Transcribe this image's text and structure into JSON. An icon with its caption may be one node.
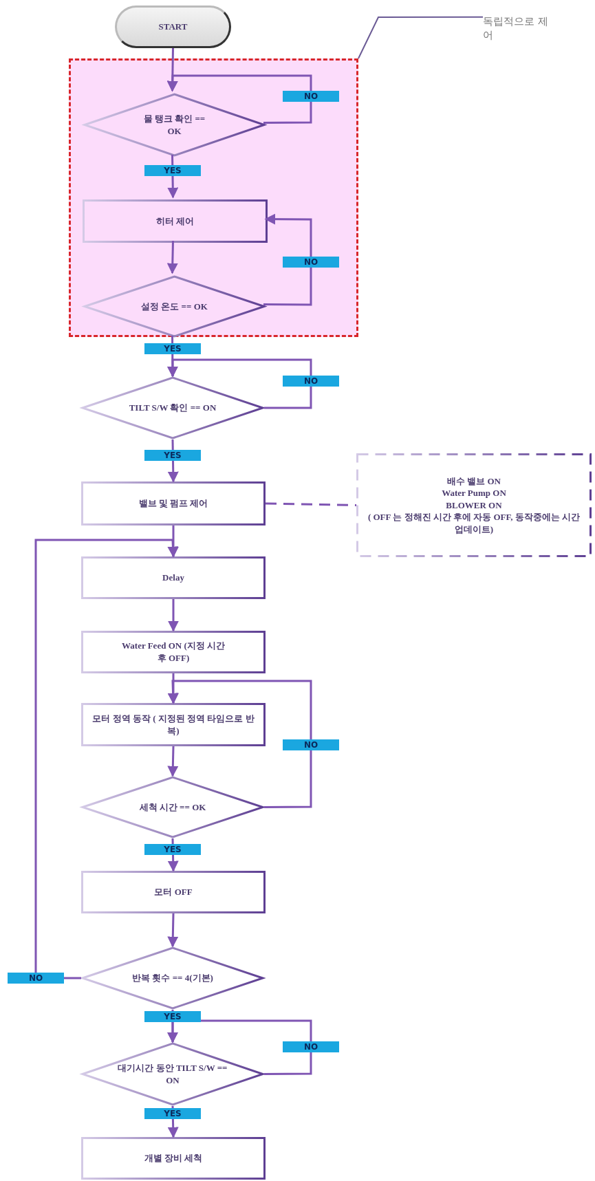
{
  "diagram": {
    "nodes": [
      {
        "text": [
          "START"
        ]
      },
      {
        "text": [],
        "shape": "box"
      },
      {
        "text": [
          "물 탱크 확인 == OK"
        ],
        "in": 1
      },
      {
        "text": [
          "히터 제어"
        ],
        "in": 1
      },
      {
        "text": [
          "설정 온도 == OK"
        ],
        "in": 1
      },
      {
        "text": [
          "TILT S/W 확인 == ON"
        ]
      },
      {
        "text": [
          "밸브 및 펌프 제어"
        ]
      },
      {
        "text": [
          "배수 밸브 ON",
          "Water Pump ON",
          "BLOWER ON",
          "( OFF 는 정해진 시간 후에 자동 OFF, 동작중에는 시간 업데이트)"
        ]
      },
      {
        "text": [
          "Delay"
        ]
      },
      {
        "text": [
          "Water Feed ON (지정 시간 후 OFF)"
        ]
      },
      {
        "text": [
          "모터 정역 동작 ( 지정된 정역 타임으로 반복)"
        ]
      },
      {
        "text": [
          "세척 시간 == OK"
        ]
      },
      {
        "text": [
          "모터 OFF"
        ]
      },
      {
        "text": [
          "반복 횟수 == 4(기본)"
        ]
      },
      {
        "text": [
          "대기시간 동안 TILT S/W == ON"
        ]
      },
      {
        "text": [
          "개별 장비 세척"
        ]
      },
      {
        "text": [
          "독립적으로 제어"
        ]
      }
    ],
    "edges": [
      {
        "from": 0,
        "to": 2,
        "arrow": "to"
      },
      {
        "from": 2,
        "to": 2,
        "label": "NO",
        "arrow": "to"
      },
      {
        "from": 2,
        "to": 3,
        "label": "YES",
        "arrow": "to"
      },
      {
        "from": 3,
        "to": 4,
        "arrow": "to"
      },
      {
        "from": 4,
        "to": 3,
        "label": "NO",
        "arrow": "to"
      },
      {
        "from": 4,
        "to": 5,
        "label": "YES",
        "arrow": "to"
      },
      {
        "from": 5,
        "to": 5,
        "label": "NO",
        "arrow": "to"
      },
      {
        "from": 5,
        "to": 6,
        "label": "YES",
        "arrow": "to"
      },
      {
        "from": 6,
        "to": 7,
        "arrow": "none",
        "style": "dashed"
      },
      {
        "from": 6,
        "to": 8,
        "arrow": "to"
      },
      {
        "from": 8,
        "to": 9,
        "arrow": "to"
      },
      {
        "from": 9,
        "to": 10,
        "arrow": "to"
      },
      {
        "from": 10,
        "to": 11,
        "arrow": "to"
      },
      {
        "from": 11,
        "to": 10,
        "label": "NO",
        "arrow": "to"
      },
      {
        "from": 11,
        "to": 12,
        "label": "YES",
        "arrow": "to"
      },
      {
        "from": 12,
        "to": 13,
        "arrow": "to"
      },
      {
        "from": 13,
        "to": 8,
        "label": "NO",
        "arrow": "to"
      },
      {
        "from": 13,
        "to": 14,
        "label": "YES",
        "arrow": "to"
      },
      {
        "from": 14,
        "to": 14,
        "label": "NO",
        "arrow": "to"
      },
      {
        "from": 14,
        "to": 15,
        "label": "YES",
        "arrow": "to"
      },
      {
        "from": 16,
        "to": 1,
        "arrow": "none",
        "color": "#6b5b95"
      }
    ]
  }
}
